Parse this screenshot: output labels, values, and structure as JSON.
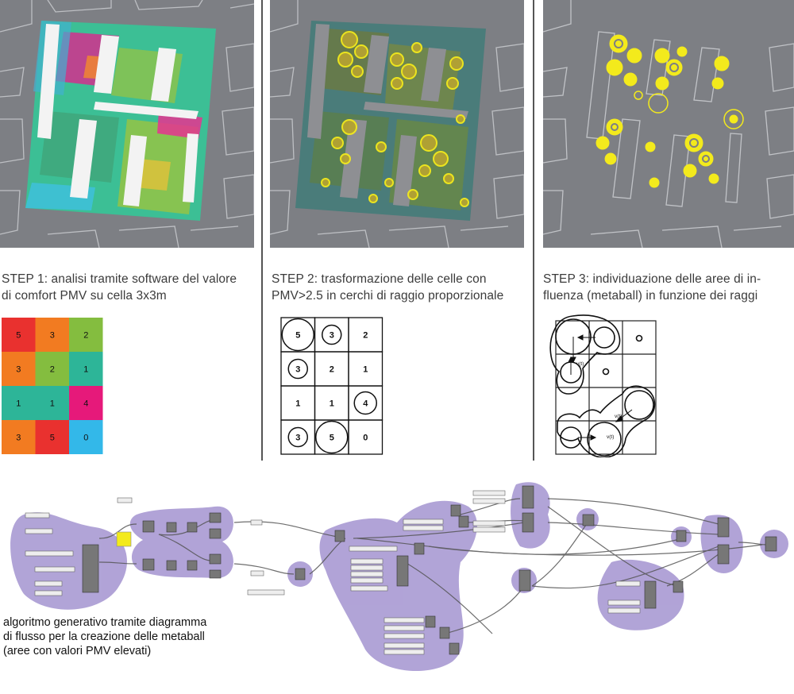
{
  "steps": [
    {
      "caption_line1": "STEP 1: analisi tramite software del valore",
      "caption_line2": "di comfort PMV su cella 3x3m"
    },
    {
      "caption_line1": "STEP 2: trasformazione delle celle con",
      "caption_line2": "PMV>2.5 in cerchi di raggio proporzionale"
    },
    {
      "caption_line1": "STEP 3: individuazione delle aree di in-",
      "caption_line2": "fluenza (metaball) in funzione dei raggi"
    }
  ],
  "grid_values": [
    [
      5,
      3,
      2
    ],
    [
      3,
      2,
      1
    ],
    [
      1,
      1,
      4
    ],
    [
      3,
      5,
      0
    ]
  ],
  "grid_colors": {
    "5": "#e9312f",
    "3": "#f27b21",
    "2": "#84bd3f",
    "1": "#2db598",
    "4": "#e6197a",
    "0": "#33b8e9"
  },
  "metaball_label": "v(t)",
  "footer": {
    "line1": "algoritmo generativo tramite diagramma",
    "line2": "di flusso per la creazione delle metaball",
    "line3": "(aree con valori PMV elevati)"
  },
  "colors": {
    "panel_bg": "#7d7f84",
    "highlight_yellow": "#f3ea1c",
    "node_blob": "#a99ad3"
  }
}
